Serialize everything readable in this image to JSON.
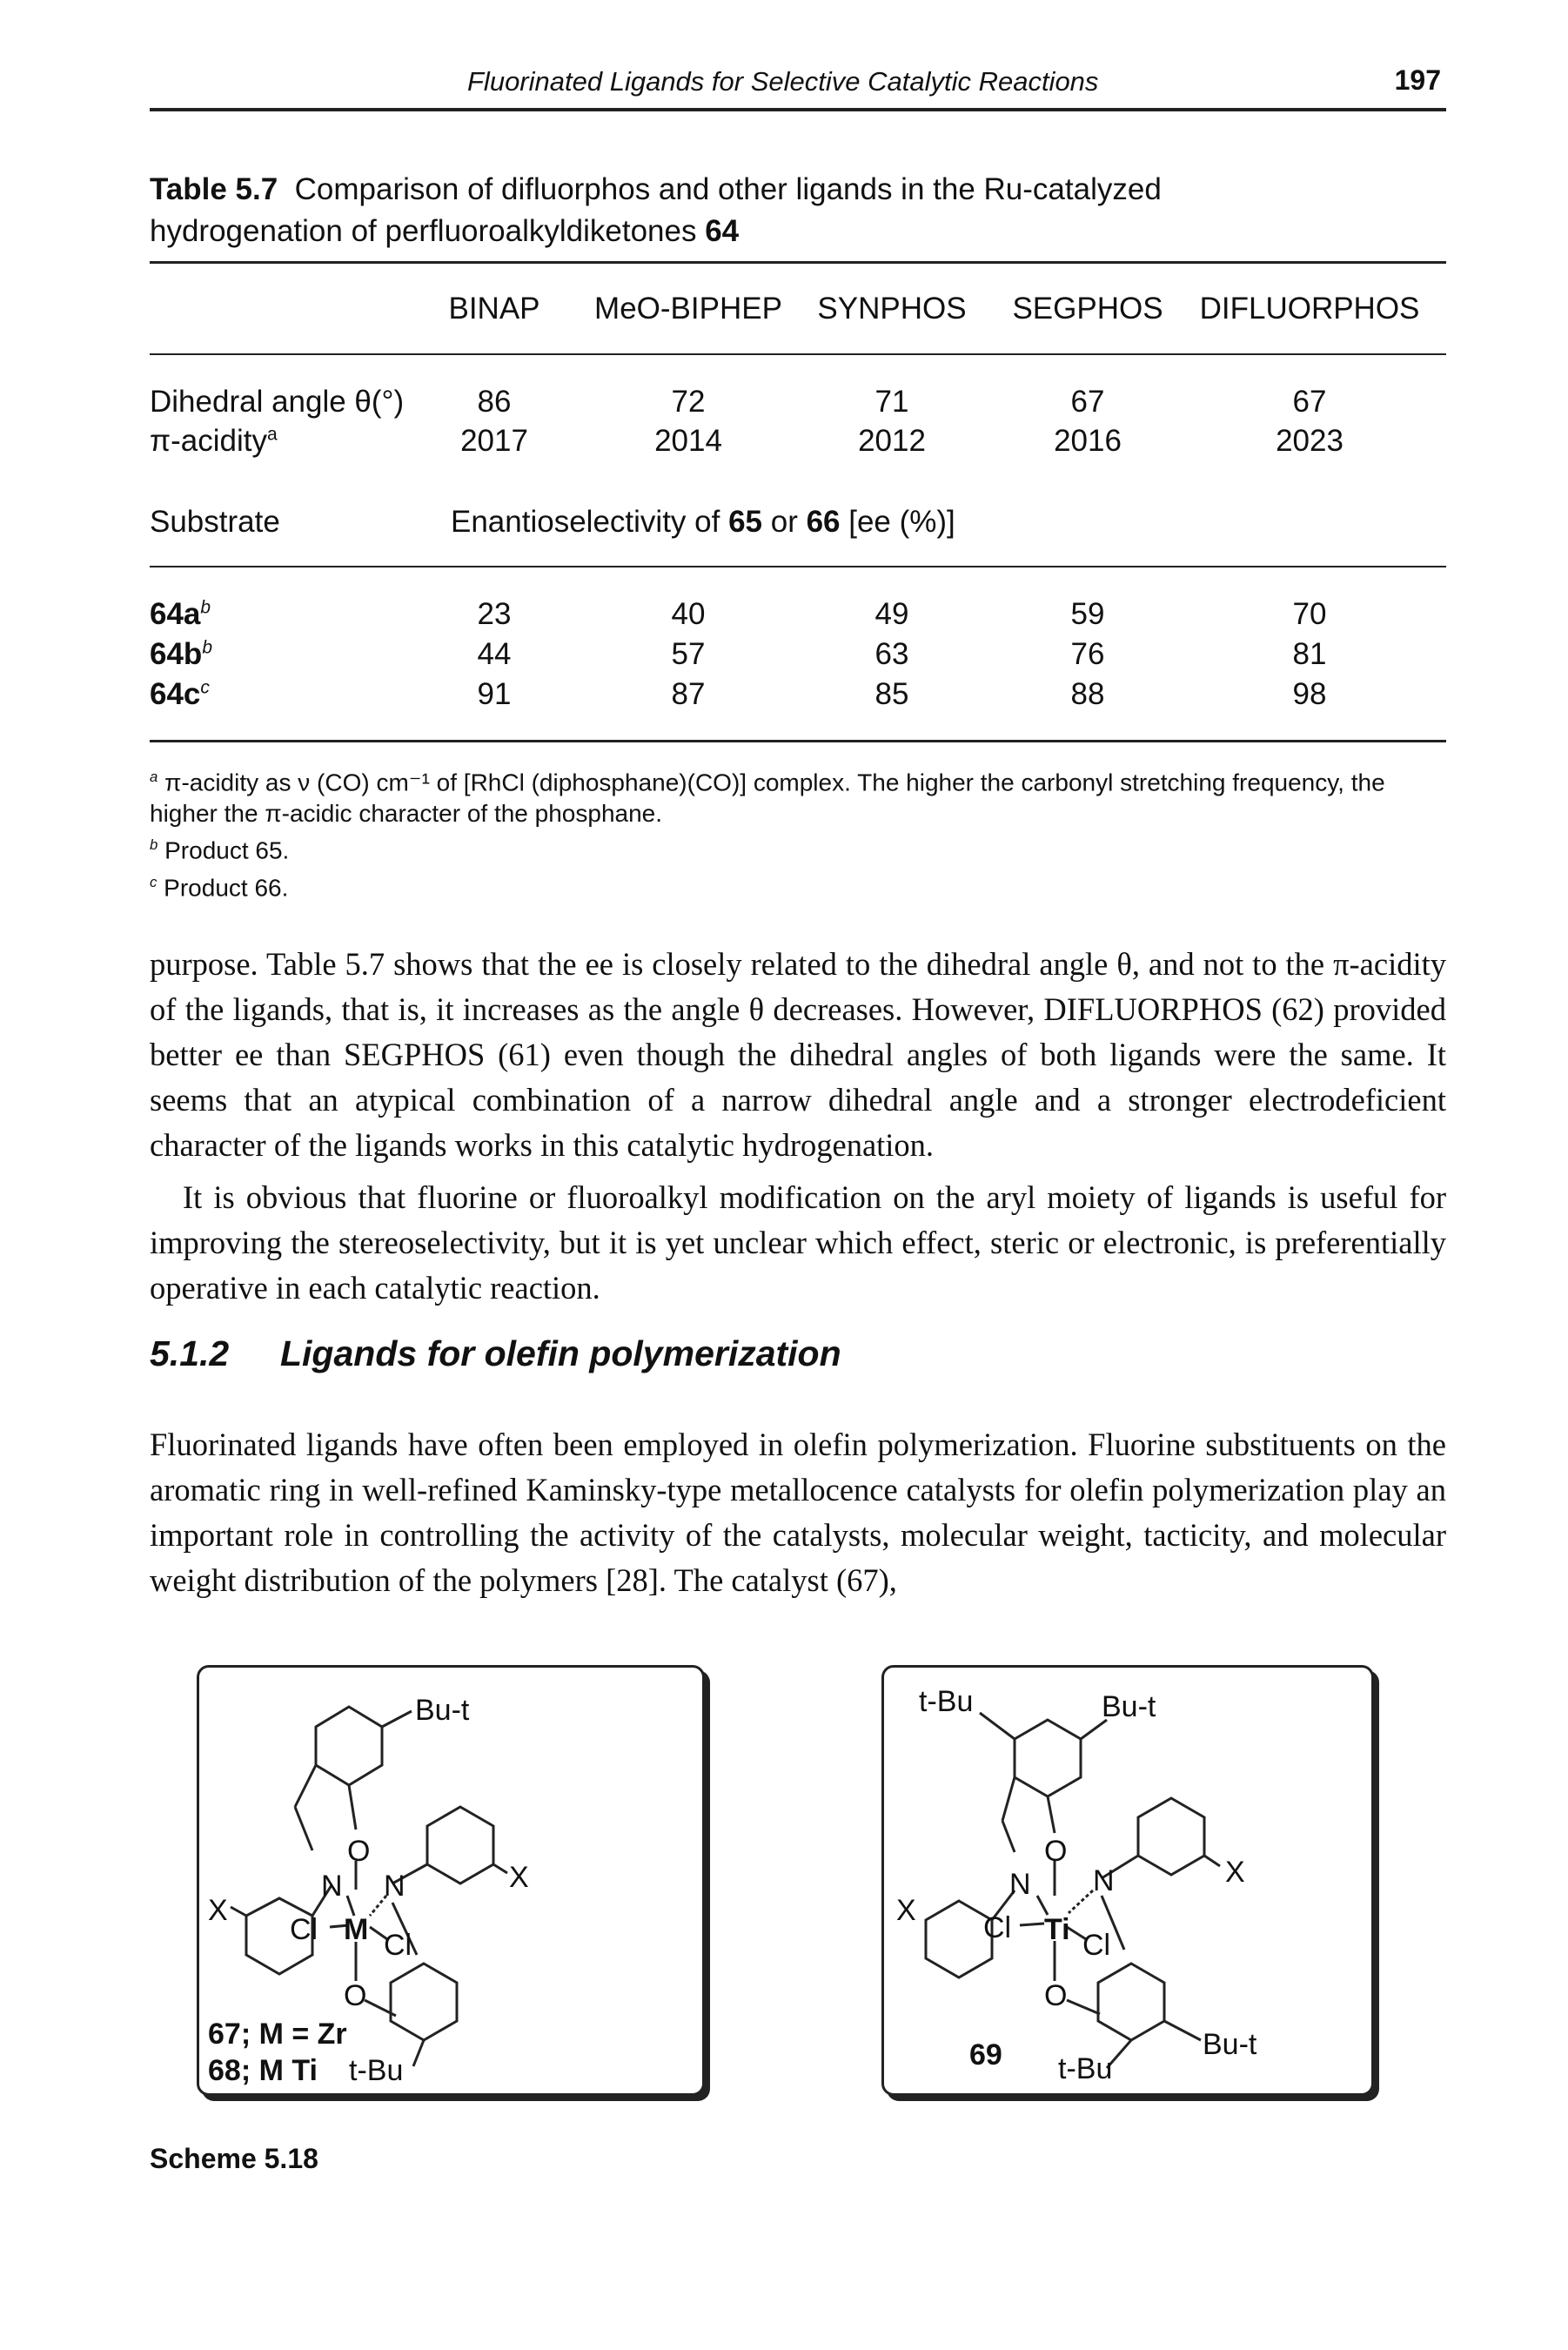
{
  "header": {
    "title": "Fluorinated Ligands for Selective Catalytic Reactions",
    "page": "197"
  },
  "table": {
    "label": "Table 5.7",
    "caption_line1": "Comparison of difluorphos and other ligands in the Ru-catalyzed",
    "caption_line2": "hydrogenation of perfluoroalkyldiketones",
    "caption_bold": "64",
    "columns": [
      "BINAP",
      "MeO-BIPHEP",
      "SYNPHOS",
      "SEGPHOS",
      "DIFLUORPHOS"
    ],
    "rows_top": [
      {
        "label": "Dihedral angle θ(°)",
        "sup": "",
        "values": [
          "86",
          "72",
          "71",
          "67",
          "67"
        ]
      },
      {
        "label": "π-acidity",
        "sup": "a",
        "values": [
          "2017",
          "2014",
          "2012",
          "2016",
          "2023"
        ]
      }
    ],
    "substrate_label": "Substrate",
    "ee_label_pre": "Enantioselectivity of ",
    "ee_label_b1": "65",
    "ee_label_mid": " or ",
    "ee_label_b2": "66",
    "ee_label_post": " [ee (%)]",
    "rows_ee": [
      {
        "label": "64a",
        "sup": "b",
        "values": [
          "23",
          "40",
          "49",
          "59",
          "70"
        ]
      },
      {
        "label": "64b",
        "sup": "b",
        "values": [
          "44",
          "57",
          "63",
          "76",
          "81"
        ]
      },
      {
        "label": "64c",
        "sup": "c",
        "values": [
          "91",
          "87",
          "85",
          "88",
          "98"
        ]
      }
    ],
    "footnotes": {
      "a_mark": "a",
      "a_text": " π-acidity as ν (CO) cm⁻¹ of [RhCl (diphosphane)(CO)] complex. The higher the carbonyl stretching frequency, the higher the π-acidic character of the phosphane.",
      "b_mark": "b",
      "b_text": " Product 65.",
      "c_mark": "c",
      "c_text": " Product 66."
    }
  },
  "body": {
    "para1": "purpose. Table 5.7 shows that the ee is closely related to the dihedral angle θ, and not to the π-acidity of the ligands, that is, it increases as the angle θ decreases. However, DIFLUORPHOS (62) provided better ee than SEGPHOS (61) even though the dihedral angles of both ligands were the same. It seems that an atypical combination of a narrow dihedral angle and a stronger electrodeficient character of the ligands works in this catalytic hydrogenation.",
    "para2": "It is obvious that fluorine or fluoroalkyl modification on the aryl moiety of ligands is useful for improving the stereoselectivity, but it is yet unclear which effect, steric or electronic, is preferentially operative in each catalytic reaction.",
    "section_number": "5.1.2",
    "section_title": "Ligands for olefin polymerization",
    "para3": "Fluorinated ligands have often been employed in olefin polymerization. Fluorine substituents on the aromatic ring in well-refined Kaminsky-type metallocence catalysts for olefin polymerization play an important role in controlling the activity of the catalysts, molecular weight, tacticity, and molecular weight distribution of the polymers [28]. The catalyst (67),"
  },
  "scheme": {
    "label": "Scheme 5.18",
    "left": {
      "tbu_top": "Bu-t",
      "O_top": "O",
      "N_left": "N",
      "N_right": "N",
      "metal": "M",
      "Cl_left": "Cl",
      "Cl_right": "Cl",
      "O_bottom": "O",
      "X_left": "X",
      "X_right": "X",
      "tbu_bottom": "t-Bu",
      "cap1": "67; M = Zr",
      "cap2": "68; M   Ti"
    },
    "right": {
      "tbu_top_left": "t-Bu",
      "tbu_top_right": "Bu-t",
      "O_top": "O",
      "N_left": "N",
      "N_right": "N",
      "metal": "Ti",
      "Cl_left": "Cl",
      "Cl_right": "Cl",
      "O_bottom": "O",
      "X_left": "X",
      "X_right": "X",
      "tbu_bottom_left": "t-Bu",
      "tbu_bottom_right": "Bu-t",
      "number": "69"
    }
  }
}
